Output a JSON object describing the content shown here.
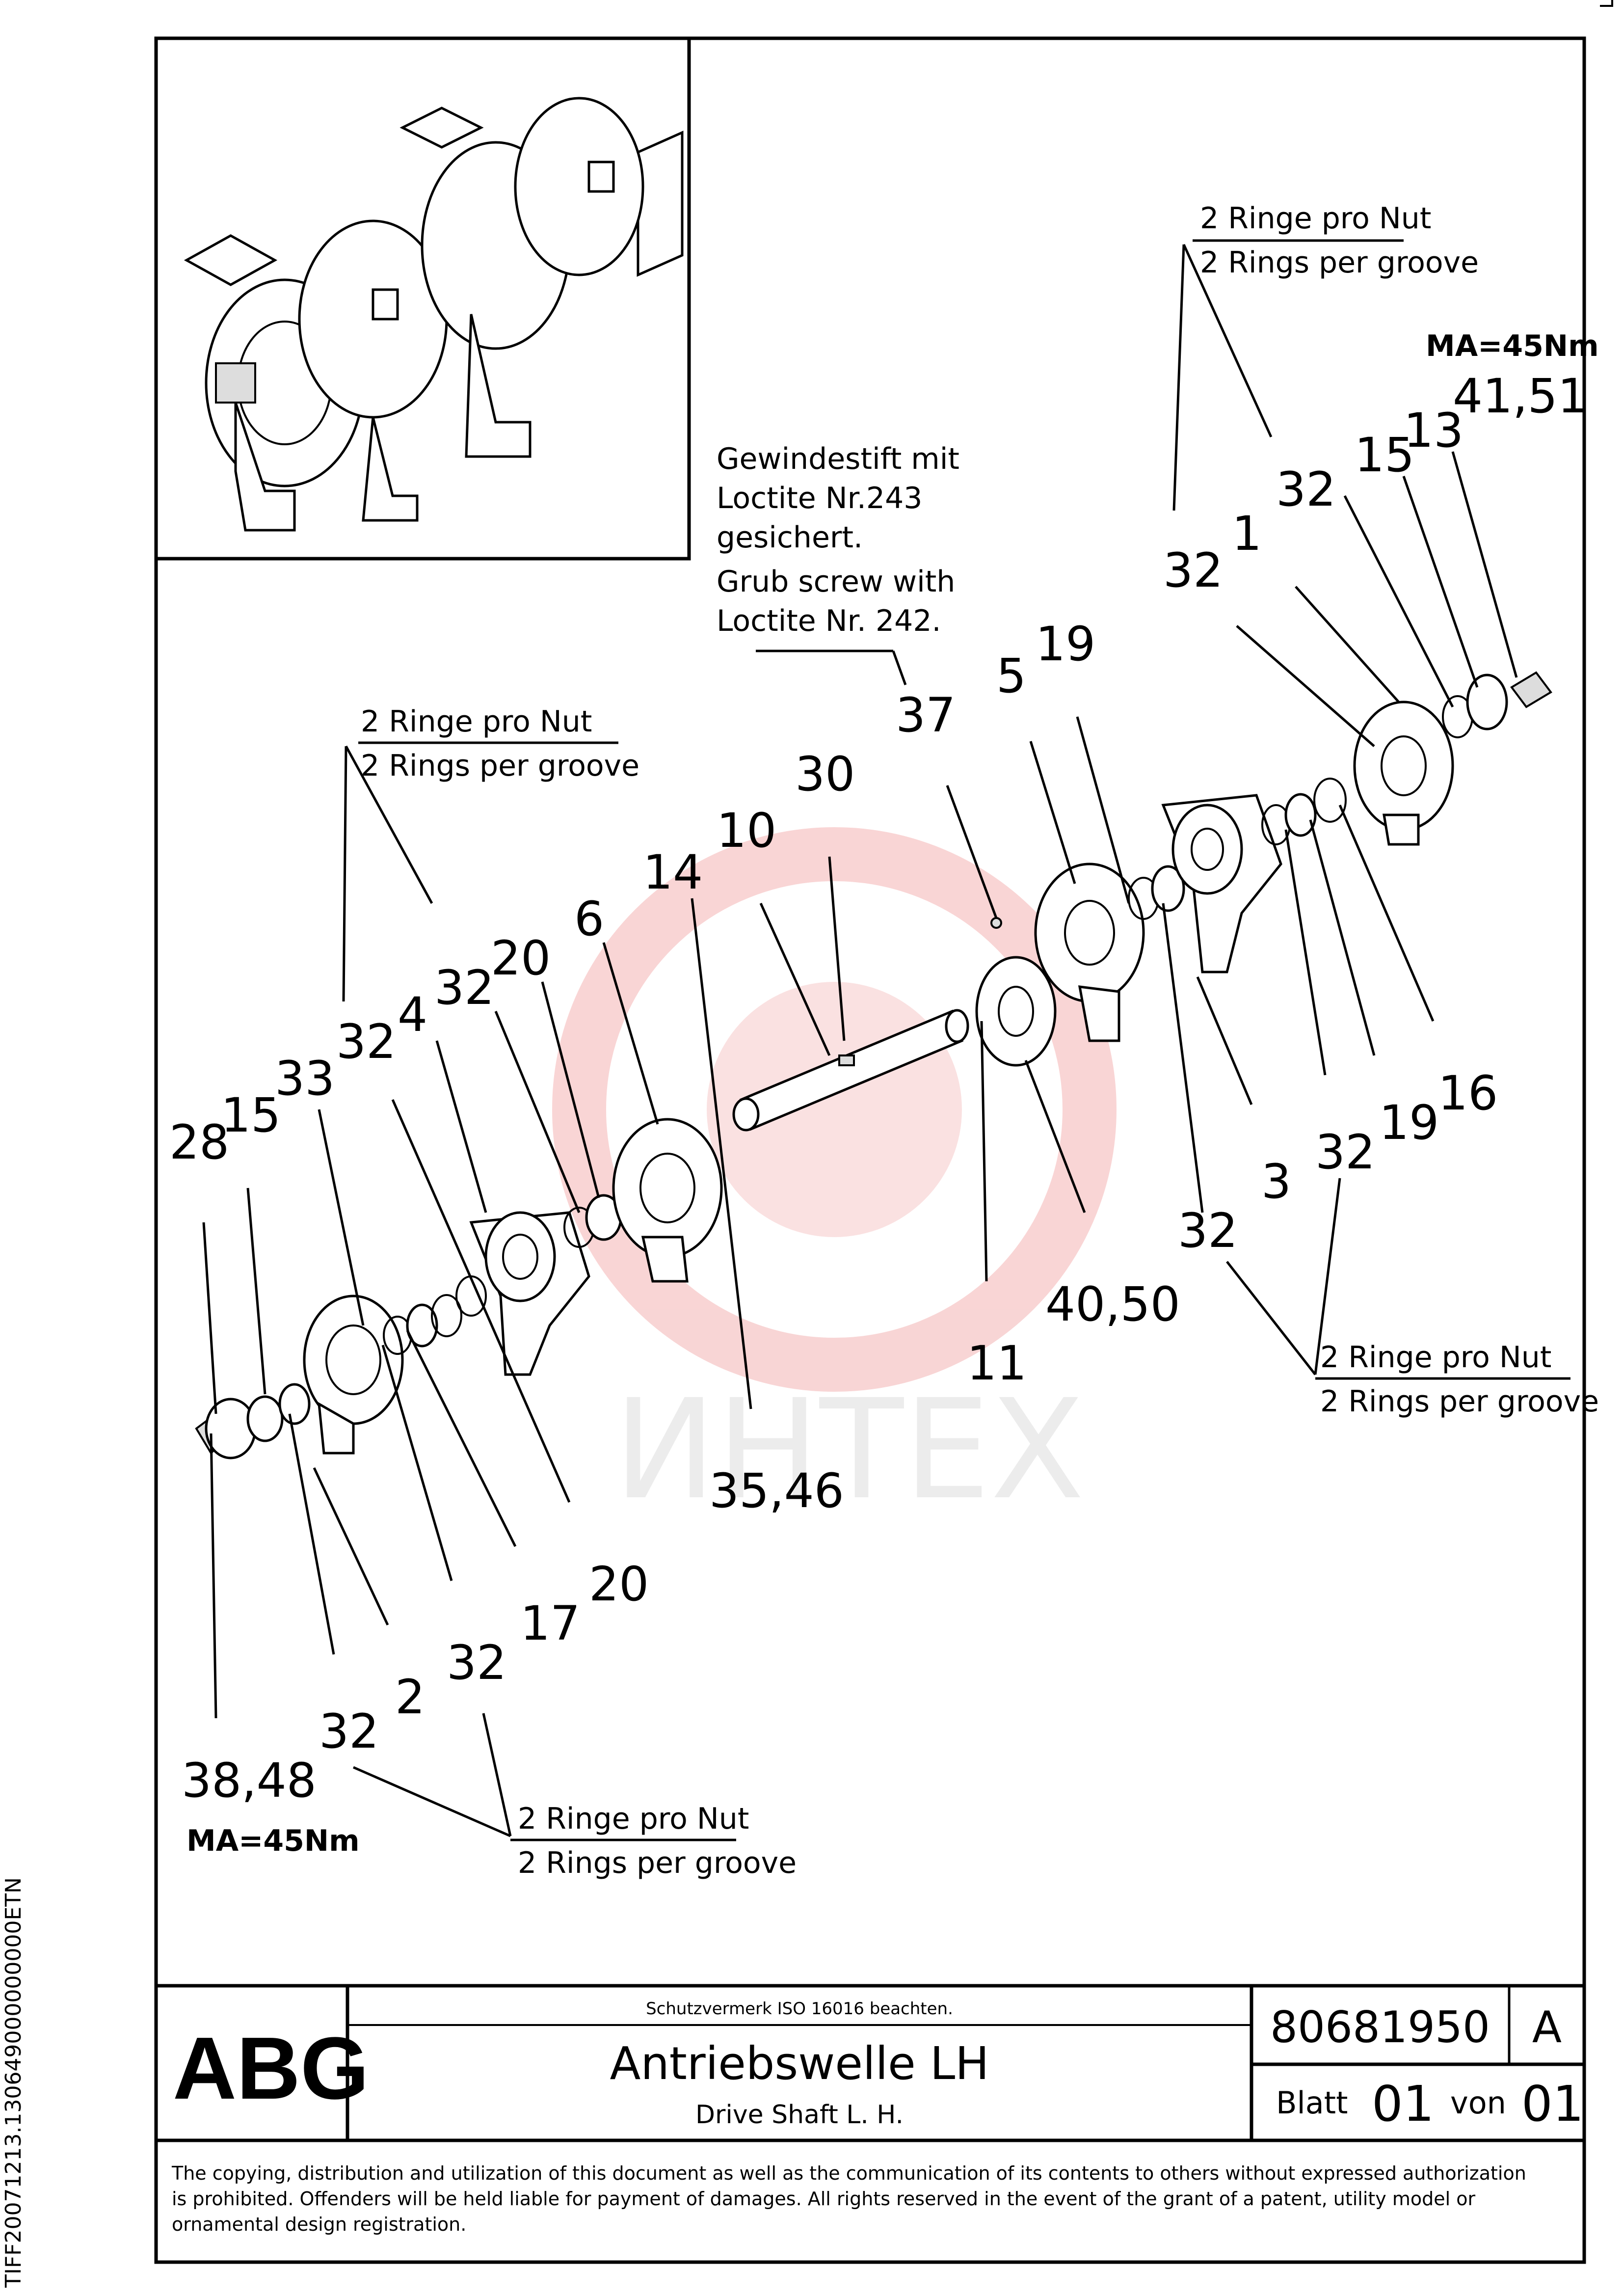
{
  "drawing": {
    "labels": {
      "l32a": "32",
      "l1": "1",
      "l32b": "32",
      "l15a": "15",
      "l13": "13",
      "l41_51": "41,51",
      "l37": "37",
      "l5": "5",
      "l19a": "19",
      "l30": "30",
      "l10": "10",
      "l14": "14",
      "l6": "6",
      "l20a": "20",
      "l32c": "32",
      "l4": "4",
      "l32d": "32",
      "l33": "33",
      "l15b": "15",
      "l28": "28",
      "l16": "16",
      "l19b": "19",
      "l32e": "32",
      "l3": "3",
      "l32f": "32",
      "l40_50": "40,50",
      "l11": "11",
      "l35_46": "35,46",
      "l20b": "20",
      "l17": "17",
      "l32g": "32",
      "l2": "2",
      "l32h": "32",
      "l38_48": "38,48"
    },
    "notes": {
      "rings_de": "2 Ringe pro Nut",
      "rings_en": "2 Rings per groove",
      "torque": "MA=45Nm",
      "grub_de_1": "Gewindestift mit",
      "grub_de_2": "Loctite Nr.243",
      "grub_de_3": "gesichert.",
      "grub_en_1": "Grub screw with",
      "grub_en_2": "Loctite Nr. 242."
    },
    "watermark": "ИНТЕХ"
  },
  "title_block": {
    "logo": "ABG",
    "protection_note": "Schutzvermerk ISO 16016 beachten.",
    "title": "Antriebswelle LH",
    "subtitle": "Drive Shaft L. H.",
    "drawing_number": "80681950",
    "revision": "A",
    "sheet_label": "Blatt",
    "sheet_number": "01",
    "of_label": "von",
    "sheet_total": "01"
  },
  "legal_text": [
    "The copying, distribution and utilization of this document as well as the communication of its contents to others without expressed authorization",
    "is prohibited. Offenders will be held liable for payment of damages. All rights reserved in the event of the grant of a patent, utility model or",
    "ornamental design registration."
  ],
  "side_code": "TIFF20071213.130649000000000ETN"
}
